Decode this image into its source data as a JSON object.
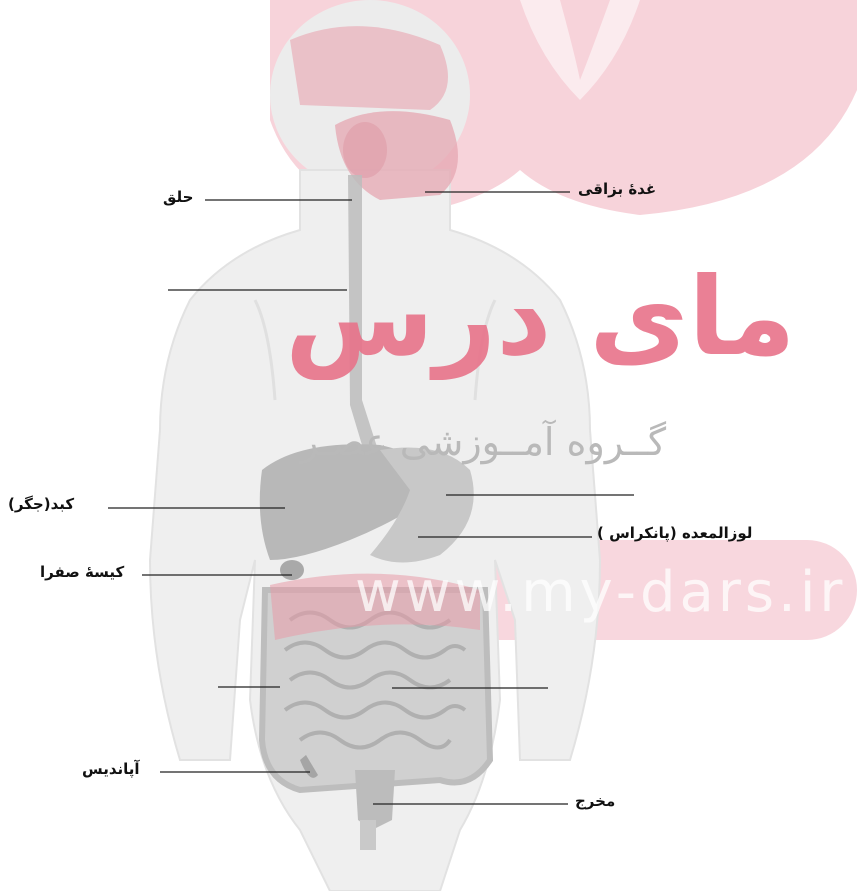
{
  "labels": {
    "salivary_gland": "غدهٔ بزاقی",
    "pharynx": "حلق",
    "liver": "کبد(جگر)",
    "pancreas": "لوزالمعده (پانکراس )",
    "gallbladder": "کیسهٔ صفرا",
    "appendix": "آپاندیس",
    "anus": "مخرج"
  },
  "watermark": {
    "brand": "مای درس",
    "group": "گــروه آمــوزشی عصـر",
    "url": "www.my-dars.ir"
  },
  "colors": {
    "watermark_pink": "#e8738a",
    "organs_pink": "#e7a5b0",
    "body_gray": "#ededed",
    "leader_line": "#222222"
  }
}
